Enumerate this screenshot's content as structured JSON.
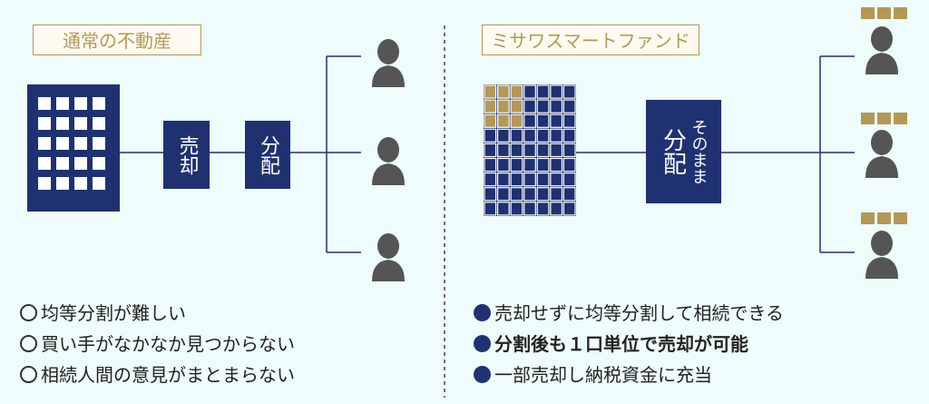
{
  "colors": {
    "navy": "#1f3171",
    "gold": "#b39858",
    "person": "#555555",
    "bg": "#eefcfb"
  },
  "left": {
    "title": "通常の不動産",
    "step1": "売却",
    "step2": "分配",
    "bullets": [
      "均等分割が難しい",
      "買い手がなかなか見つからない",
      "相続人間の意見がまとまらない"
    ]
  },
  "right": {
    "title": "ミサワスマートファンド",
    "box_main": "分配",
    "box_sub": "そのまま",
    "bullets": [
      "売却せずに均等分割して相続できる",
      "分割後も１口単位で売却が可能",
      "一部売却し納税資金に充当"
    ]
  },
  "icons": {
    "building": "building-icon",
    "person": "person-icon",
    "share": "share-units-icon"
  }
}
